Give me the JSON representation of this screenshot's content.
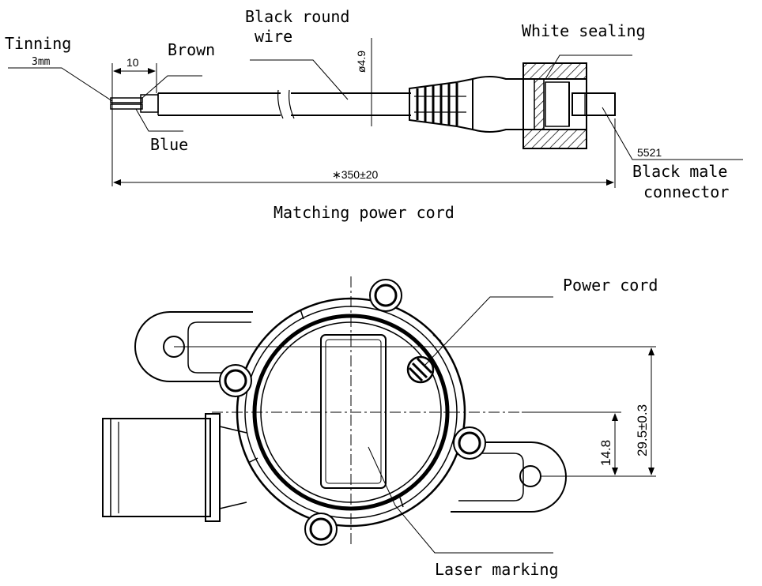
{
  "cord": {
    "tinning": "Tinning",
    "tinning_len": "3mm",
    "brown": "Brown",
    "blue": "Blue",
    "strip_len": "10",
    "wire_line1": "Black round",
    "wire_line2": "wire",
    "wire_dia": "ø4.9",
    "white_sealing": "White sealing",
    "part_no": "5521",
    "male_line1": "Black male",
    "male_line2": "connector",
    "total_len": "∗350±20",
    "caption": "Matching power cord"
  },
  "body": {
    "power_cord": "Power cord",
    "laser_marking": "Laser marking",
    "dim_small": "14.8",
    "dim_large": "29.5±0.3"
  }
}
